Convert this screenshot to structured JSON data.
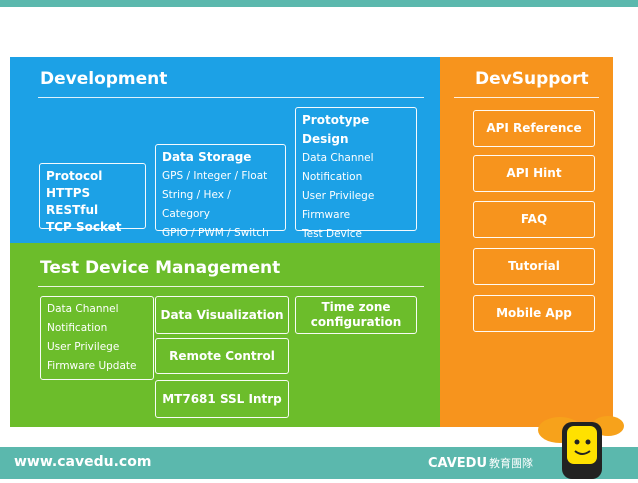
{
  "colors": {
    "top_bar": "#5bb8ad",
    "footer": "#5bb8ad",
    "development": "#1ca1e6",
    "test": "#6cbd2b",
    "devsupport": "#f7941d"
  },
  "development": {
    "title": "Development",
    "protocol": {
      "lines": [
        "Protocol",
        "HTTPS RESTful",
        "TCP Socket"
      ]
    },
    "data_storage": {
      "heading": "Data Storage",
      "items": [
        "GPS / Integer / Float",
        "String / Hex / Category",
        "GPIO / PWM / Switch"
      ]
    },
    "prototype_design": {
      "heading": "Prototype Design",
      "items": [
        "Data Channel",
        "Notification",
        "User Privilege",
        "Firmware",
        "Test Device"
      ]
    }
  },
  "test_device": {
    "title": "Test Device Management",
    "features": [
      "Data Channel",
      "Notification",
      "User Privilege",
      "Firmware Update"
    ],
    "data_visualization": "Data Visualization",
    "time_zone": [
      "Time zone",
      "configuration"
    ],
    "remote_control": "Remote Control",
    "ssl": "MT7681 SSL Intrp"
  },
  "devsupport": {
    "title": "DevSupport",
    "buttons": [
      "API Reference",
      "API Hint",
      "FAQ",
      "Tutorial",
      "Mobile App"
    ]
  },
  "footer": {
    "url": "www.cavedu.com",
    "brand": "CAVEDU",
    "brand_cn": "教育團隊"
  },
  "icons": {
    "mascot": "lego-figure-logo"
  }
}
